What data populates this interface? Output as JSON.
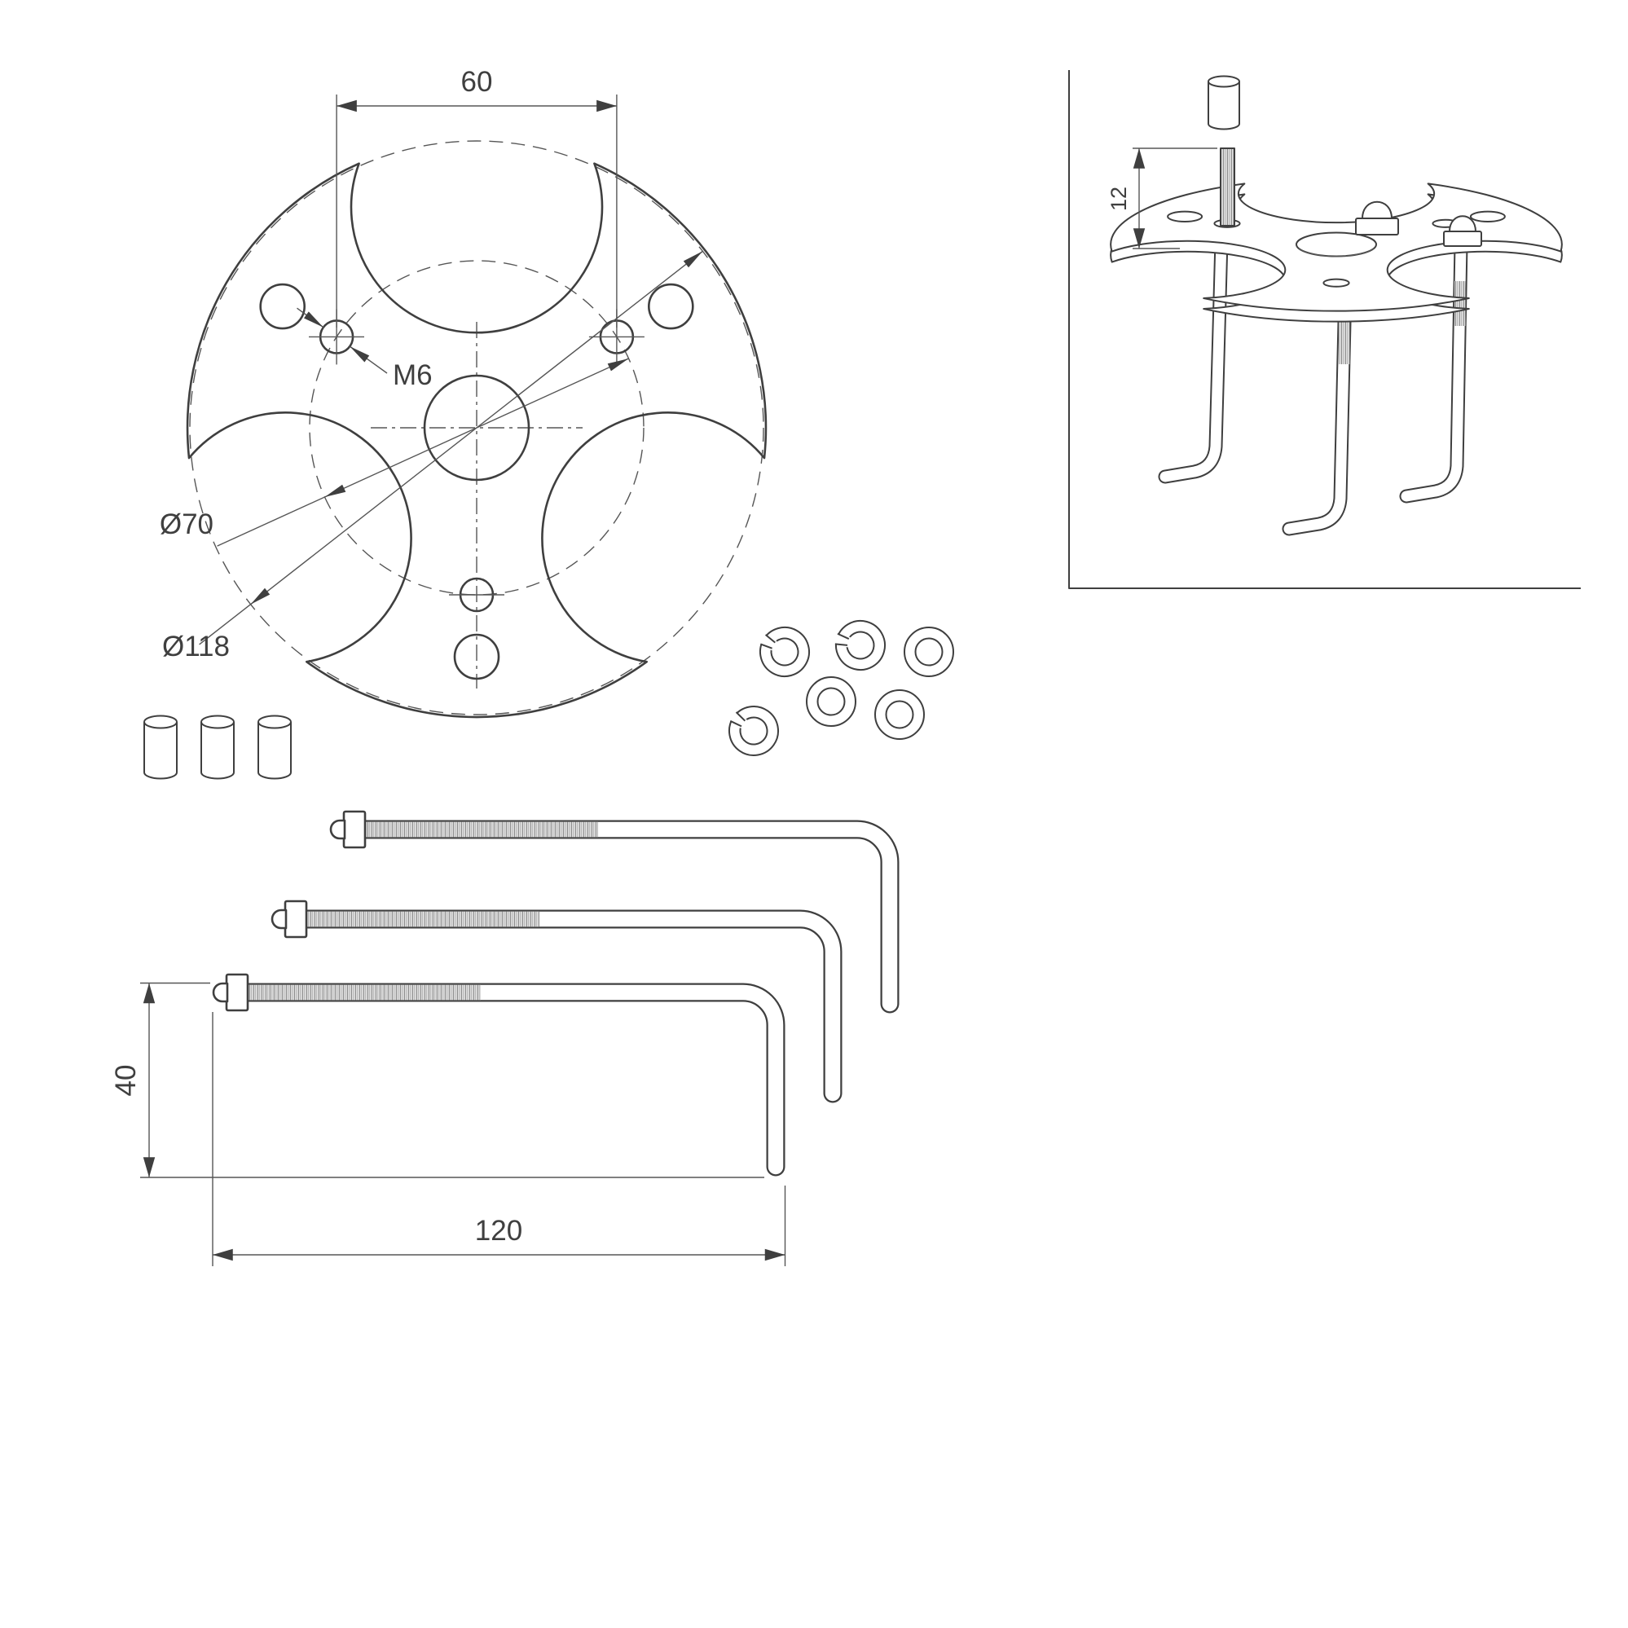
{
  "colors": {
    "line": "#3f3f3f",
    "thin": "#565656",
    "thread_bg": "#e3e3e3",
    "thread_line": "#8f8f8f",
    "background": "#ffffff"
  },
  "labels": {
    "hole_spacing": "60",
    "thread": "M6",
    "bolt_circle": "Ø70",
    "outer_diameter": "Ø118",
    "plate_offset": "12",
    "leg_height": "40",
    "bolt_length": "120"
  }
}
